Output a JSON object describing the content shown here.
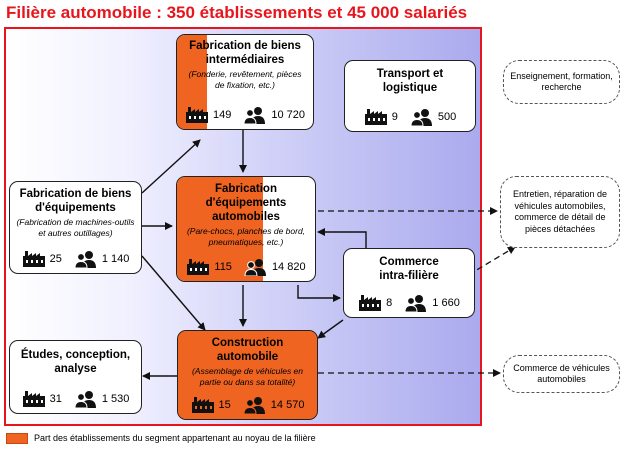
{
  "title": "Filière automobile : 350 établissements et 45 000 salariés",
  "colors": {
    "accent_red": "#e8161c",
    "core_orange": "#f06422"
  },
  "boxes": {
    "biens_intermediaires": {
      "title": "Fabrication de biens intermédiaires",
      "subtitle": "(Fonderie, revêtement, pièces de fixation, etc.)",
      "etablissements": "149",
      "salaries": "10 720",
      "core_share": 0.22
    },
    "transport": {
      "title": "Transport et logistique",
      "etablissements": "9",
      "salaries": "500"
    },
    "biens_equipements": {
      "title": "Fabrication de biens d'équipements",
      "subtitle": "(Fabrication de machines-outils et autres outillages)",
      "etablissements": "25",
      "salaries": "1 140"
    },
    "equipements_auto": {
      "title": "Fabrication d'équipements automobiles",
      "subtitle": "(Pare-chocs, planches de bord, pneumatiques, etc.)",
      "etablissements": "115",
      "salaries": "14 820",
      "core_share": 0.62
    },
    "commerce_intra": {
      "title": "Commerce intra-filière",
      "etablissements": "8",
      "salaries": "1 660"
    },
    "etudes": {
      "title": "Études, conception, analyse",
      "etablissements": "31",
      "salaries": "1 530"
    },
    "construction": {
      "title": "Construction automobile",
      "subtitle": "(Assemblage de véhicules en partie ou dans sa totalité)",
      "etablissements": "15",
      "salaries": "14 570",
      "core_share": 1.0
    }
  },
  "external": {
    "enseignement": "Enseignement, formation, recherche",
    "entretien": "Entretien, réparation de véhicules automobiles, commerce de détail de pièces détachées",
    "commerce_vehicules": "Commerce de véhicules automobiles"
  },
  "icons": {
    "establishments": "factory-icon",
    "employees": "people-icon"
  },
  "legend": "Part des établissements du segment appartenant au noyau de la filière"
}
